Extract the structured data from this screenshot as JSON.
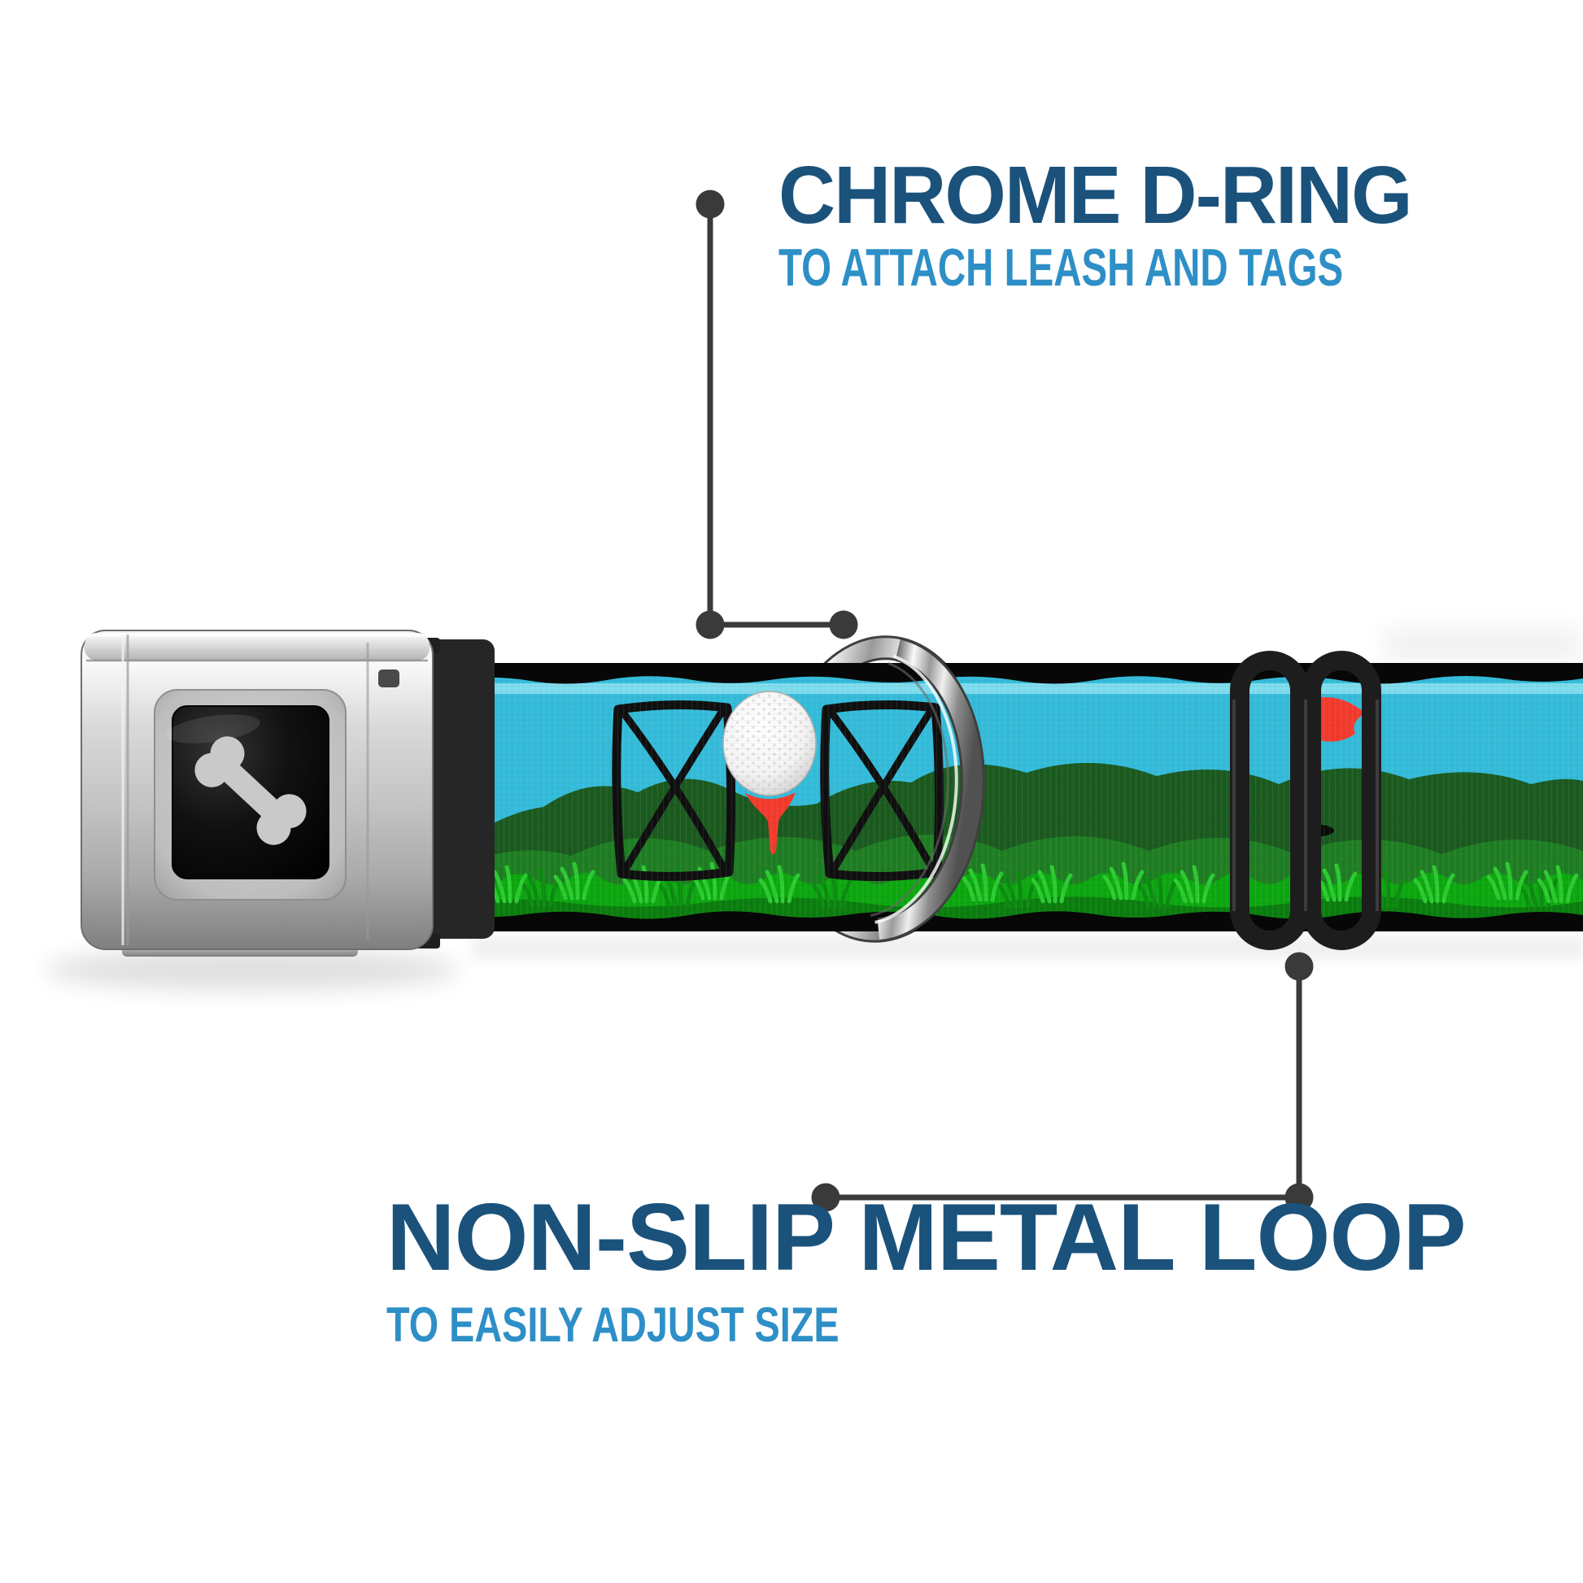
{
  "callouts": [
    {
      "id": "d-ring",
      "title": "CHROME D-RING",
      "subtitle": "TO ATTACH LEASH AND TAGS",
      "target": "chrome-d-ring"
    },
    {
      "id": "metal-loop",
      "title": "NON-SLIP METAL LOOP",
      "subtitle": "TO EASILY ADJUST SIZE",
      "target": "adjuster-loop"
    }
  ],
  "colors": {
    "headline": "#1a527b",
    "subheadline": "#2e8fc7",
    "callout": "#3a3a3a",
    "sky": "#33bbd9",
    "sky_light": "#8ce0ef",
    "hill_back": "#1b5a1f",
    "hill_front": "#1e7d22",
    "grass": "#0ca60f",
    "grass_light": "#2bcb30",
    "grass_dark": "#0a7d0e",
    "outline_black": "#0f0f0f",
    "red": "#f23a2c",
    "bone": "#c9c9c9",
    "plastic": "#1d1d1d"
  },
  "icons": [
    "dog-bone-icon",
    "golf-ball-icon",
    "golf-tee-icon",
    "golf-flag-icon",
    "golf-hole-icon",
    "x-post-sketch-icon",
    "seatbelt-buckle",
    "chrome-d-ring",
    "adjuster-loop"
  ]
}
